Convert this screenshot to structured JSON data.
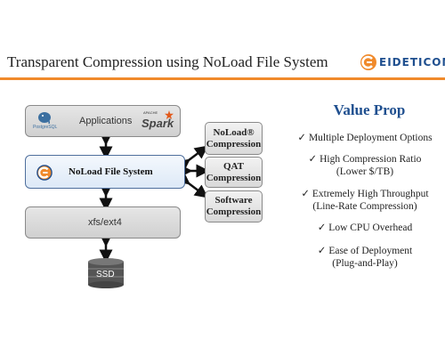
{
  "header": {
    "title": "Transparent Compression using NoLoad File System",
    "logo_text": "EIDETICOM",
    "accent_color": "#f08a2b"
  },
  "diagram": {
    "applications": {
      "label": "Applications",
      "postgres_label": "PostgreSQL",
      "spark_label": "Spark",
      "spark_prefix": "APACHE"
    },
    "filesystem": {
      "label": "NoLoad File System"
    },
    "xfs": {
      "label": "xfs/ext4"
    },
    "ssd": {
      "label": "SSD"
    },
    "side_boxes": [
      {
        "line1": "NoLoad®",
        "line2": "Compression"
      },
      {
        "line1": "QAT",
        "line2": "Compression"
      },
      {
        "line1": "Software",
        "line2": "Compression"
      }
    ]
  },
  "value_prop": {
    "title": "Value Prop",
    "check": "✓",
    "items": [
      {
        "line1": "Multiple Deployment Options",
        "line2": ""
      },
      {
        "line1": "High Compression Ratio",
        "line2": "(Lower $/TB)"
      },
      {
        "line1": "Extremely High Throughput",
        "line2": "(Line-Rate Compression)"
      },
      {
        "line1": "Low CPU Overhead",
        "line2": ""
      },
      {
        "line1": "Ease of Deployment",
        "line2": "(Plug-and-Play)"
      }
    ]
  },
  "colors": {
    "brand_blue": "#1f4f8f",
    "accent_orange": "#f08a2b"
  }
}
